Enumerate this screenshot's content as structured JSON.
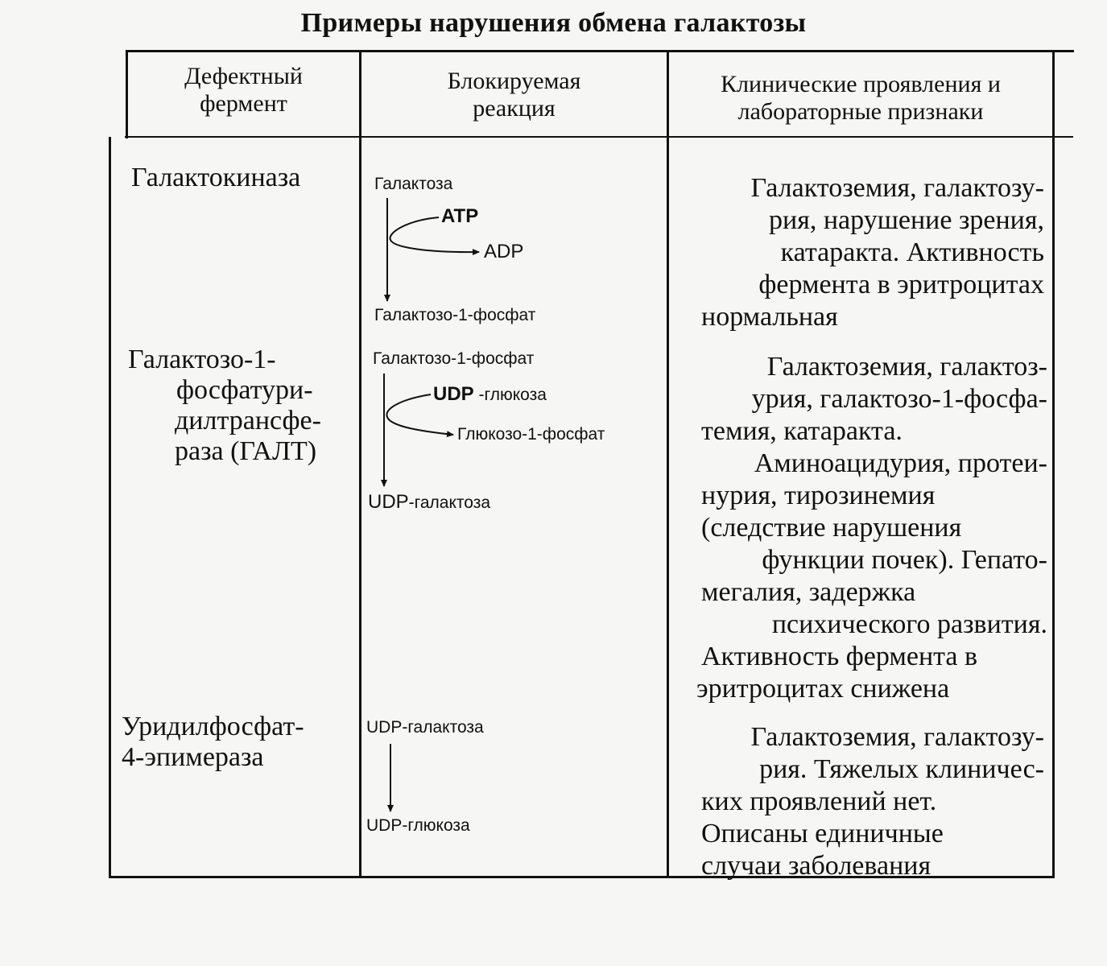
{
  "title": "Примеры нарушения обмена галактозы",
  "headers": {
    "col1": [
      "Дефектный",
      "фермент"
    ],
    "col2": [
      "Блокируемая",
      "реакция"
    ],
    "col3": [
      "Клинические проявления и",
      "лабораторные признаки"
    ]
  },
  "rows": [
    {
      "enzyme": [
        "Галактокиназа"
      ],
      "reaction": {
        "substrate": "Галактоза",
        "cofactor_in": "ATP",
        "cofactor_out": "ADP",
        "product": "Галактозо-1-фосфат"
      },
      "clinical": [
        "Галактоземия, галактозу-",
        "рия, нарушение зрения,",
        "катаракта. Активность",
        "фермента в эритроцитах",
        "нормальная"
      ]
    },
    {
      "enzyme": [
        "Галактозо-1-",
        "фосфатури-",
        "дилтрансфе-",
        "раза (ГАЛТ)"
      ],
      "reaction": {
        "substrate": "Галактозо-1-фосфат",
        "cofactor_in_bold": "UDP",
        "cofactor_in_rest": " -глюкоза",
        "cofactor_out": "Глюкозо-1-фосфат",
        "product_bold": "UDP",
        "product_rest": "-галактоза"
      },
      "clinical": [
        "Галактоземия, галактоз-",
        "урия, галактозо-1-фосфа-",
        "темия, катаракта.",
        "Аминоацидурия, протеи-",
        "нурия, тирозинемия",
        "(следствие нарушения",
        "функции почек). Гепато-",
        "мегалия, задержка",
        "психического развития.",
        "Активность фермента в",
        "эритроцитах снижена"
      ]
    },
    {
      "enzyme": [
        "Уридилфосфат-",
        "4-эпимераза"
      ],
      "reaction": {
        "substrate": "UDP-галактоза",
        "product": "UDP-глюкоза"
      },
      "clinical": [
        "Галактоземия, галактозу-",
        "рия. Тяжелых клиничес-",
        "ких проявлений нет.",
        "Описаны единичные",
        "случаи заболевания"
      ]
    }
  ]
}
